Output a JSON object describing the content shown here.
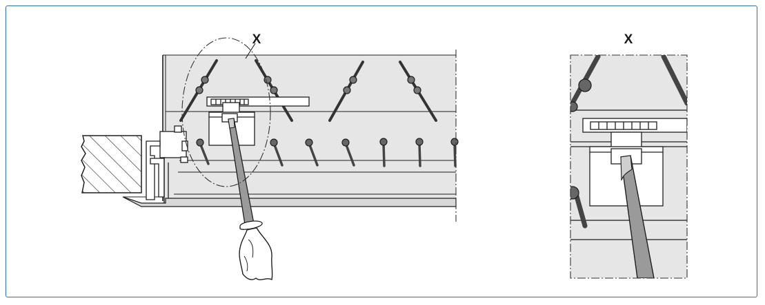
{
  "figure": {
    "main_callout_label": "X",
    "detail_label": "X"
  },
  "colors": {
    "frame_border": "#2f6ea7",
    "panel_fill": "#e6e6e6",
    "line": "#1e1e1e",
    "tool_shaft": "#9a9a9a",
    "pin": "#555555"
  },
  "icons": {
    "tool": "screwdriver-icon",
    "detail_region": "callout-ellipse"
  }
}
